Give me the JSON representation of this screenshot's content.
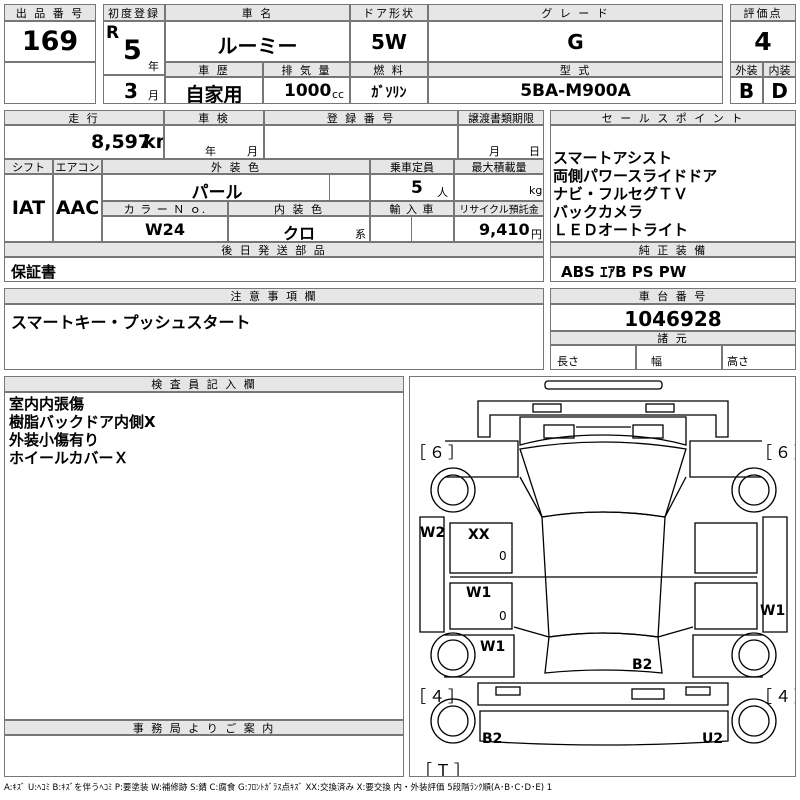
{
  "header": {
    "lot_number_label": "出 品 番 号",
    "lot_number": "169",
    "first_reg_label": "初度登録",
    "era": "R",
    "reg_year": "5",
    "year_unit": "年",
    "reg_month": "3",
    "month_unit": "月",
    "car_name_label": "車 名",
    "car_name": "ルーミー",
    "door_label": "ドア形状",
    "door": "5W",
    "grade_label": "グ レ ー ド",
    "grade": "G",
    "score_label": "評価点",
    "score": "4",
    "history_label": "車 歴",
    "history": "自家用",
    "displacement_label": "排 気 量",
    "displacement": "1000",
    "displacement_unit": "cc",
    "fuel_label": "燃 料",
    "fuel": "ｶﾞｿﾘﾝ",
    "model_label": "型 式",
    "model": "5BA-M900A",
    "exterior_label": "外装",
    "exterior": "B",
    "interior_label": "内装",
    "interior": "D"
  },
  "row2": {
    "mileage_label": "走 行",
    "mileage": "8,597",
    "mileage_unit": "km",
    "inspection_label": "車 検",
    "inspection_year_unit": "年",
    "inspection_month_unit": "月",
    "registration_label": "登 録 番 号",
    "transfer_label": "譲渡書類期限",
    "transfer_month_unit": "月",
    "transfer_day_unit": "日",
    "shift_label": "シフト",
    "shift": "IAT",
    "aircon_label": "エアコン",
    "aircon": "AAC",
    "ext_color_label": "外 装 色",
    "ext_color": "パール",
    "capacity_label": "乗車定員",
    "capacity": "5",
    "capacity_unit": "人",
    "load_label": "最大積載量",
    "load_unit": "kg",
    "color_no_label": "カ ラ ー Ｎ ｏ.",
    "color_no": "W24",
    "int_color_label": "内 装 色",
    "int_color": "クロ",
    "int_color_unit": "系",
    "import_label": "輸 入 車",
    "recycle_label": "リサイクル預託金",
    "recycle": "9,410",
    "recycle_unit": "円",
    "later_label": "後 日 発 送 部 品",
    "later": "保証書"
  },
  "sales": {
    "label": "セ ー ル ス ポ イ ン ト",
    "points": [
      "スマートアシスト",
      "両側パワースライドドア",
      "ナビ・フルセグＴＶ",
      "バックカメラ",
      "ＬＥＤオートライト"
    ]
  },
  "equipment": {
    "label": "純 正 装 備",
    "value": "ABS ｴｱB PS PW"
  },
  "notes": {
    "label": "注 意 事 項 欄",
    "value": "スマートキー・プッシュスタート"
  },
  "chassis": {
    "label": "車 台 番 号",
    "value": "1046928",
    "dims_label": "諸 元",
    "length_label": "長さ",
    "width_label": "幅",
    "height_label": "高さ"
  },
  "inspector": {
    "label": "検 査 員 記 入 欄",
    "lines": [
      "室内内張傷",
      "樹脂バックドア内側X",
      "外装小傷有り",
      "ホイールカバーＸ"
    ]
  },
  "office": {
    "label": "事 務 局 よ り ご 案 内"
  },
  "diagram": {
    "tire_fl": "［６］",
    "tire_fr": "［６］",
    "tire_rl": "［４］",
    "tire_rr": "［４］",
    "spare": "［Ｔ］",
    "marks": {
      "w2_left": "W2",
      "xx": "XX",
      "w1_door": "W1",
      "w1_rear": "W1",
      "w1_right": "W1",
      "b2_rear": "B2",
      "b2_bottom": "B2",
      "u2_bottom": "U2",
      "zero_1": "0",
      "zero_2": "0"
    }
  },
  "legend": "A:ｷｽﾞ U:ﾍｺﾐ B:ｷｽﾞを伴うﾍｺﾐ P:要塗装 W:補修跡 S:錆 C:腐食 G:ﾌﾛﾝﾄｶﾞﾗｽ点ｷｽﾞ XX:交換済み X:要交換 内・外装評価 5段階ﾗﾝｸ順(A･B･C･D･E) 1"
}
